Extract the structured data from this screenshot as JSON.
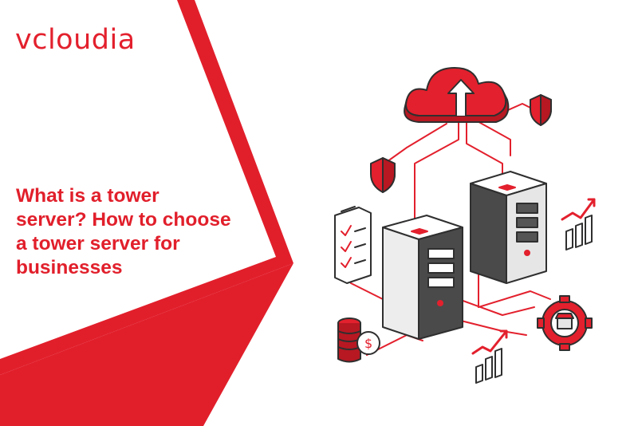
{
  "brand": {
    "logo_text": "vcloudia",
    "accent_color": "#e3202d",
    "dark_color": "#2f2f2f"
  },
  "headline": {
    "lines": [
      "What is a tower",
      "server? How to choose",
      "a tower server for",
      "businesses"
    ]
  },
  "illustration": {
    "icons": [
      "cloud-upload-icon",
      "shield-icon",
      "tower-server-icon",
      "checklist-clipboard-icon",
      "coin-stack-dollar-icon",
      "bar-chart-growth-icon",
      "gear-icon",
      "cable-network"
    ]
  }
}
